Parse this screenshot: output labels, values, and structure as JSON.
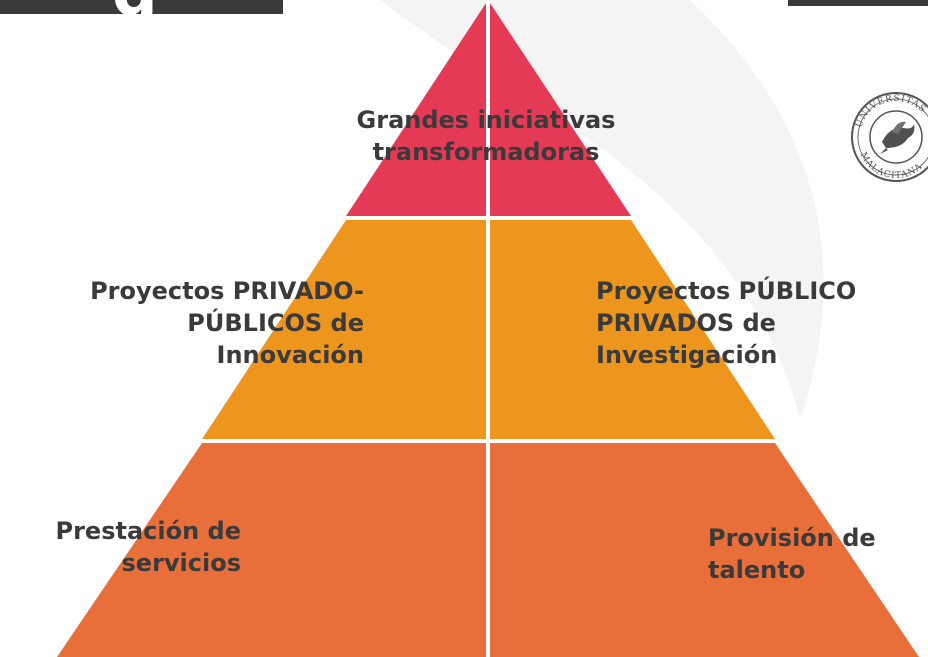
{
  "title": {
    "visible_fragment": "g"
  },
  "tiers": {
    "top": {
      "line1": "Grandes iniciativas",
      "line2": "transformadoras",
      "color": "#E43A56"
    },
    "middle": {
      "color": "#EE951E",
      "left": {
        "line1": "Proyectos PRIVADO-",
        "line2": "PÚBLICOS de",
        "line3": "Innovación"
      },
      "right": {
        "line1": "Proyectos PÚBLICO",
        "line2": "PRIVADOS de",
        "line3": "Investigación"
      }
    },
    "bottom": {
      "color": "#E86E3A",
      "left": {
        "line1": "Prestación de",
        "line2": "servicios"
      },
      "right": {
        "line1": "Provisión de",
        "line2": "talento"
      }
    }
  },
  "logo": {
    "name": "university-seal-icon",
    "text": "UNIVERSITAS MALACITANA"
  },
  "colors": {
    "text": "#3A3A3A",
    "divider": "#FFFFFF",
    "background_arc": "#F4F4F4",
    "header_bar": "#3A3A3A"
  }
}
